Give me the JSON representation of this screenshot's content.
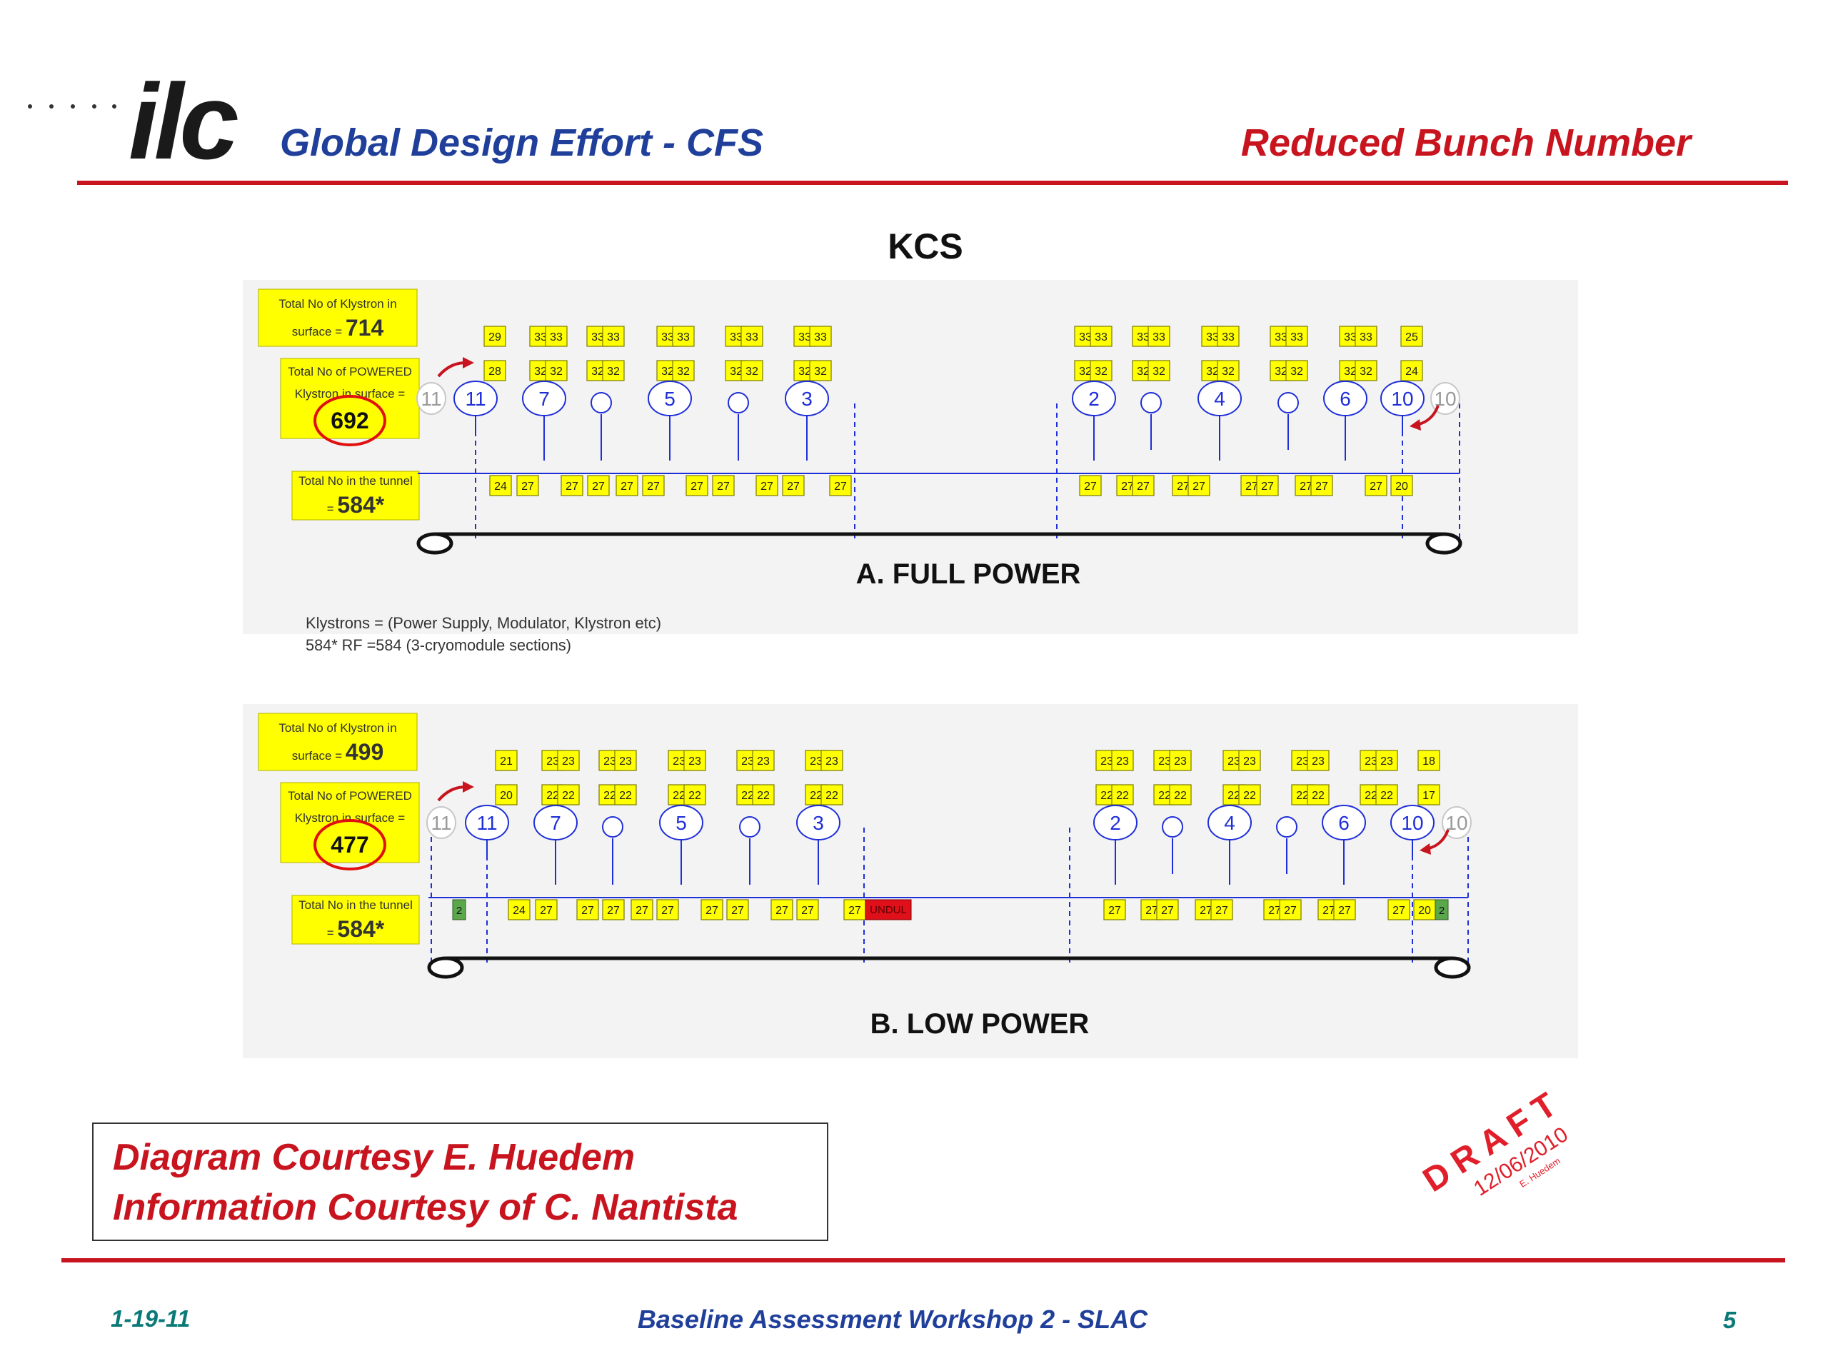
{
  "header": {
    "logo_text": "ilc",
    "title": "Global Design Effort  - CFS",
    "subtitle": "Reduced Bunch Number",
    "colors": {
      "title": "#1f3f9a",
      "subtitle": "#c8141e",
      "rule": "#c8141e"
    }
  },
  "diagram": {
    "title": "KCS",
    "note_lines": [
      "Klystrons = (Power Supply, Modulator, Klystron etc)",
      "584* RF =584 (3-cryomodule sections)"
    ],
    "panels": [
      {
        "caption": "A.  FULL POWER",
        "surface_label": "Total No of Klystron in",
        "surface_prefix": "surface = ",
        "surface_total": "714",
        "powered_label_1": "Total No of  POWERED",
        "powered_label_2": "Klystron in surface =",
        "powered_total": "692",
        "tunnel_label": "Total No in the tunnel",
        "tunnel_prefix": "= ",
        "tunnel_total": "584*",
        "undul_label": "",
        "end_pads": [],
        "left_row1": [
          "29",
          "33",
          "33",
          "33",
          "33",
          "33",
          "33",
          "33",
          "33",
          "33",
          "33"
        ],
        "left_row2": [
          "28",
          "32",
          "32",
          "32",
          "32",
          "32",
          "32",
          "32",
          "32",
          "32",
          "32"
        ],
        "left_tunnel": [
          "24",
          "27",
          "27",
          "27",
          "27",
          "27",
          "27",
          "27",
          "27",
          "27",
          "27"
        ],
        "right_row1": [
          "33",
          "33",
          "33",
          "33",
          "33",
          "33",
          "33",
          "33",
          "33",
          "33",
          "25"
        ],
        "right_row2": [
          "32",
          "32",
          "32",
          "32",
          "32",
          "32",
          "32",
          "32",
          "32",
          "32",
          "24"
        ],
        "right_tunnel": [
          "27",
          "27",
          "27",
          "27",
          "27",
          "27",
          "27",
          "27",
          "27",
          "27",
          "20"
        ],
        "shafts": [
          {
            "label": "11",
            "faint": true
          },
          {
            "label": "11"
          },
          {
            "label": "7"
          },
          {
            "label": ""
          },
          {
            "label": "5"
          },
          {
            "label": ""
          },
          {
            "label": "3"
          },
          {
            "label": "2"
          },
          {
            "label": ""
          },
          {
            "label": "4"
          },
          {
            "label": ""
          },
          {
            "label": "6"
          },
          {
            "label": "10"
          },
          {
            "label": "10",
            "faint": true
          }
        ]
      },
      {
        "caption": "B.   LOW POWER",
        "surface_label": "Total No of Klystron in",
        "surface_prefix": "surface = ",
        "surface_total": "499",
        "powered_label_1": "Total No of  POWERED",
        "powered_label_2": "Klystron in surface =",
        "powered_total": "477",
        "tunnel_label": "Total No in the tunnel",
        "tunnel_prefix": "= ",
        "tunnel_total": "584*",
        "undul_label": "UNDUL",
        "end_pads": [
          "2",
          "2"
        ],
        "left_row1": [
          "21",
          "23",
          "23",
          "23",
          "23",
          "23",
          "23",
          "23",
          "23",
          "23",
          "23"
        ],
        "left_row2": [
          "20",
          "22",
          "22",
          "22",
          "22",
          "22",
          "22",
          "22",
          "22",
          "22",
          "22"
        ],
        "left_tunnel": [
          "24",
          "27",
          "27",
          "27",
          "27",
          "27",
          "27",
          "27",
          "27",
          "27",
          "27"
        ],
        "right_row1": [
          "23",
          "23",
          "23",
          "23",
          "23",
          "23",
          "23",
          "23",
          "23",
          "23",
          "18"
        ],
        "right_row2": [
          "22",
          "22",
          "22",
          "22",
          "22",
          "22",
          "22",
          "22",
          "22",
          "22",
          "17"
        ],
        "right_tunnel": [
          "27",
          "27",
          "27",
          "27",
          "27",
          "27",
          "27",
          "27",
          "27",
          "27",
          "20"
        ],
        "shafts": [
          {
            "label": "11",
            "faint": true
          },
          {
            "label": "11"
          },
          {
            "label": "7"
          },
          {
            "label": ""
          },
          {
            "label": "5"
          },
          {
            "label": ""
          },
          {
            "label": "3"
          },
          {
            "label": "2"
          },
          {
            "label": ""
          },
          {
            "label": "4"
          },
          {
            "label": ""
          },
          {
            "label": "6"
          },
          {
            "label": "10"
          },
          {
            "label": "10",
            "faint": true
          }
        ]
      }
    ],
    "colors": {
      "pad": "#ffff00",
      "pad_border": "#7a7a00",
      "line": "#1f2fd8",
      "circle": "#e01010",
      "undul": "#e0101a",
      "end_pad": "#5aa84a",
      "arrow": "#c8141e"
    }
  },
  "draft_stamp": {
    "word": "DRAFT",
    "date": "12/06/2010",
    "author": "E. Huedem",
    "color": "#e01f2a"
  },
  "credits": [
    "Diagram Courtesy E. Huedem",
    "Information Courtesy of C. Nantista"
  ],
  "footer": {
    "date": "1-19-11",
    "event": "Baseline Assessment Workshop 2  -  SLAC",
    "page": "5",
    "colors": {
      "date": "#0a7a78",
      "event": "#1f3f9a",
      "page": "#0a7a78"
    }
  }
}
